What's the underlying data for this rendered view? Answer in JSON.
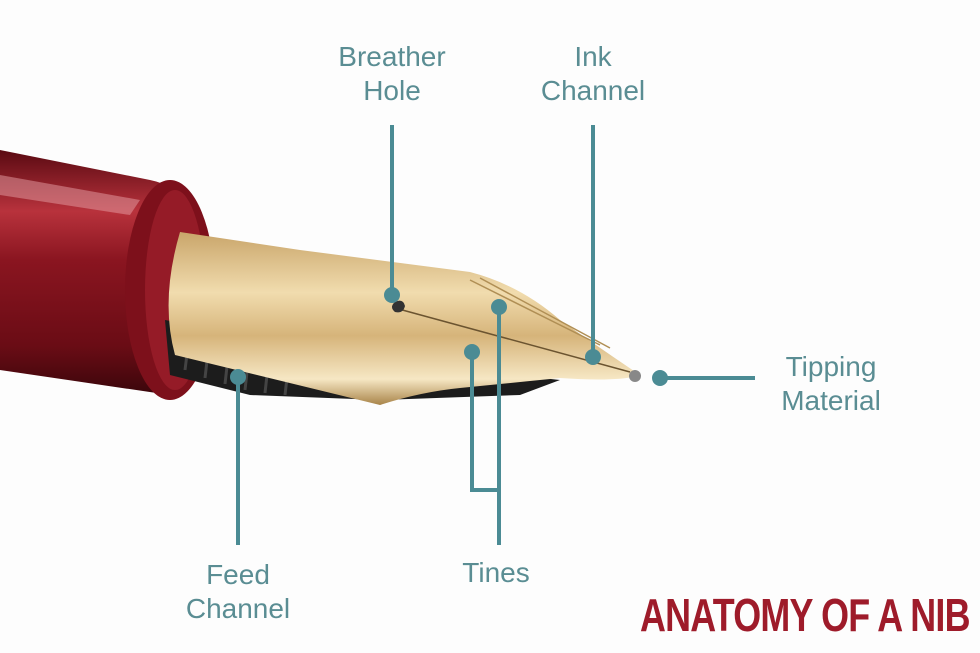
{
  "title": "ANATOMY OF A NIB",
  "labels": {
    "breather_hole": [
      "Breather",
      "Hole"
    ],
    "ink_channel": [
      "Ink",
      "Channel"
    ],
    "tipping_material": [
      "Tipping",
      "Material"
    ],
    "feed_channel": [
      "Feed",
      "Channel"
    ],
    "tines": "Tines"
  },
  "colors": {
    "label": "#5a8d93",
    "line": "#4b8b94",
    "title": "#9e1b2a",
    "barrel": "#7a0f1a",
    "nib": "#d9b77a"
  }
}
